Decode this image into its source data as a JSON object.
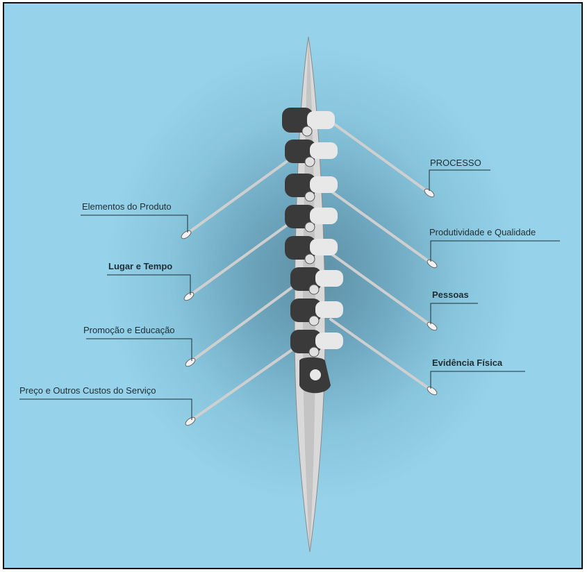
{
  "labels": {
    "processo": "PROCESSO",
    "elementos": "Elementos do Produto",
    "produtividade": "Produtividade e Qualidade",
    "lugar": "Lugar e Tempo",
    "pessoas": "Pessoas",
    "promocao": "Promoção e Educação",
    "evidencia": "Evidência Física",
    "preco": "Preço e Outros Custos do Serviço"
  },
  "colors": {
    "water": "#88c6dd",
    "hull": "#d8d8d8",
    "oar": "#cfcfcf",
    "rower_dark": "#3a3a3a",
    "rower_light": "#e8e8e8",
    "leader_line": "#1f2d33"
  }
}
